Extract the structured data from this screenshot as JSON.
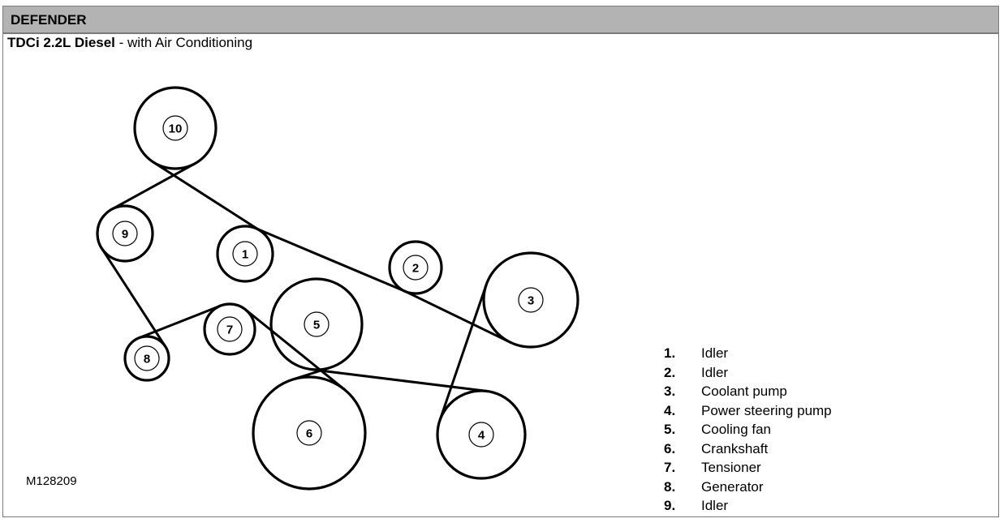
{
  "header": {
    "title": "DEFENDER"
  },
  "subtitle": {
    "bold": "TDCi 2.2L Diesel",
    "rest": " - with Air Conditioning"
  },
  "reference": "M128209",
  "pulleys": [
    {
      "id": "10",
      "label": "10"
    },
    {
      "id": "9",
      "label": "9"
    },
    {
      "id": "1",
      "label": "1"
    },
    {
      "id": "2",
      "label": "2"
    },
    {
      "id": "3",
      "label": "3"
    },
    {
      "id": "4",
      "label": "4"
    },
    {
      "id": "5",
      "label": "5"
    },
    {
      "id": "6",
      "label": "6"
    },
    {
      "id": "7",
      "label": "7"
    },
    {
      "id": "8",
      "label": "8"
    }
  ],
  "belt_route": [
    "10",
    "1",
    "2",
    "3",
    "4",
    "5",
    "6",
    "7",
    "8",
    "9"
  ],
  "legend": [
    {
      "num": "1.",
      "text": "Idler"
    },
    {
      "num": "2.",
      "text": "Idler"
    },
    {
      "num": "3.",
      "text": "Coolant pump"
    },
    {
      "num": "4.",
      "text": "Power steering pump"
    },
    {
      "num": "5.",
      "text": "Cooling fan"
    },
    {
      "num": "6.",
      "text": "Crankshaft"
    },
    {
      "num": "7.",
      "text": "Tensioner"
    },
    {
      "num": "8.",
      "text": "Generator"
    },
    {
      "num": "9.",
      "text": "Idler"
    }
  ]
}
